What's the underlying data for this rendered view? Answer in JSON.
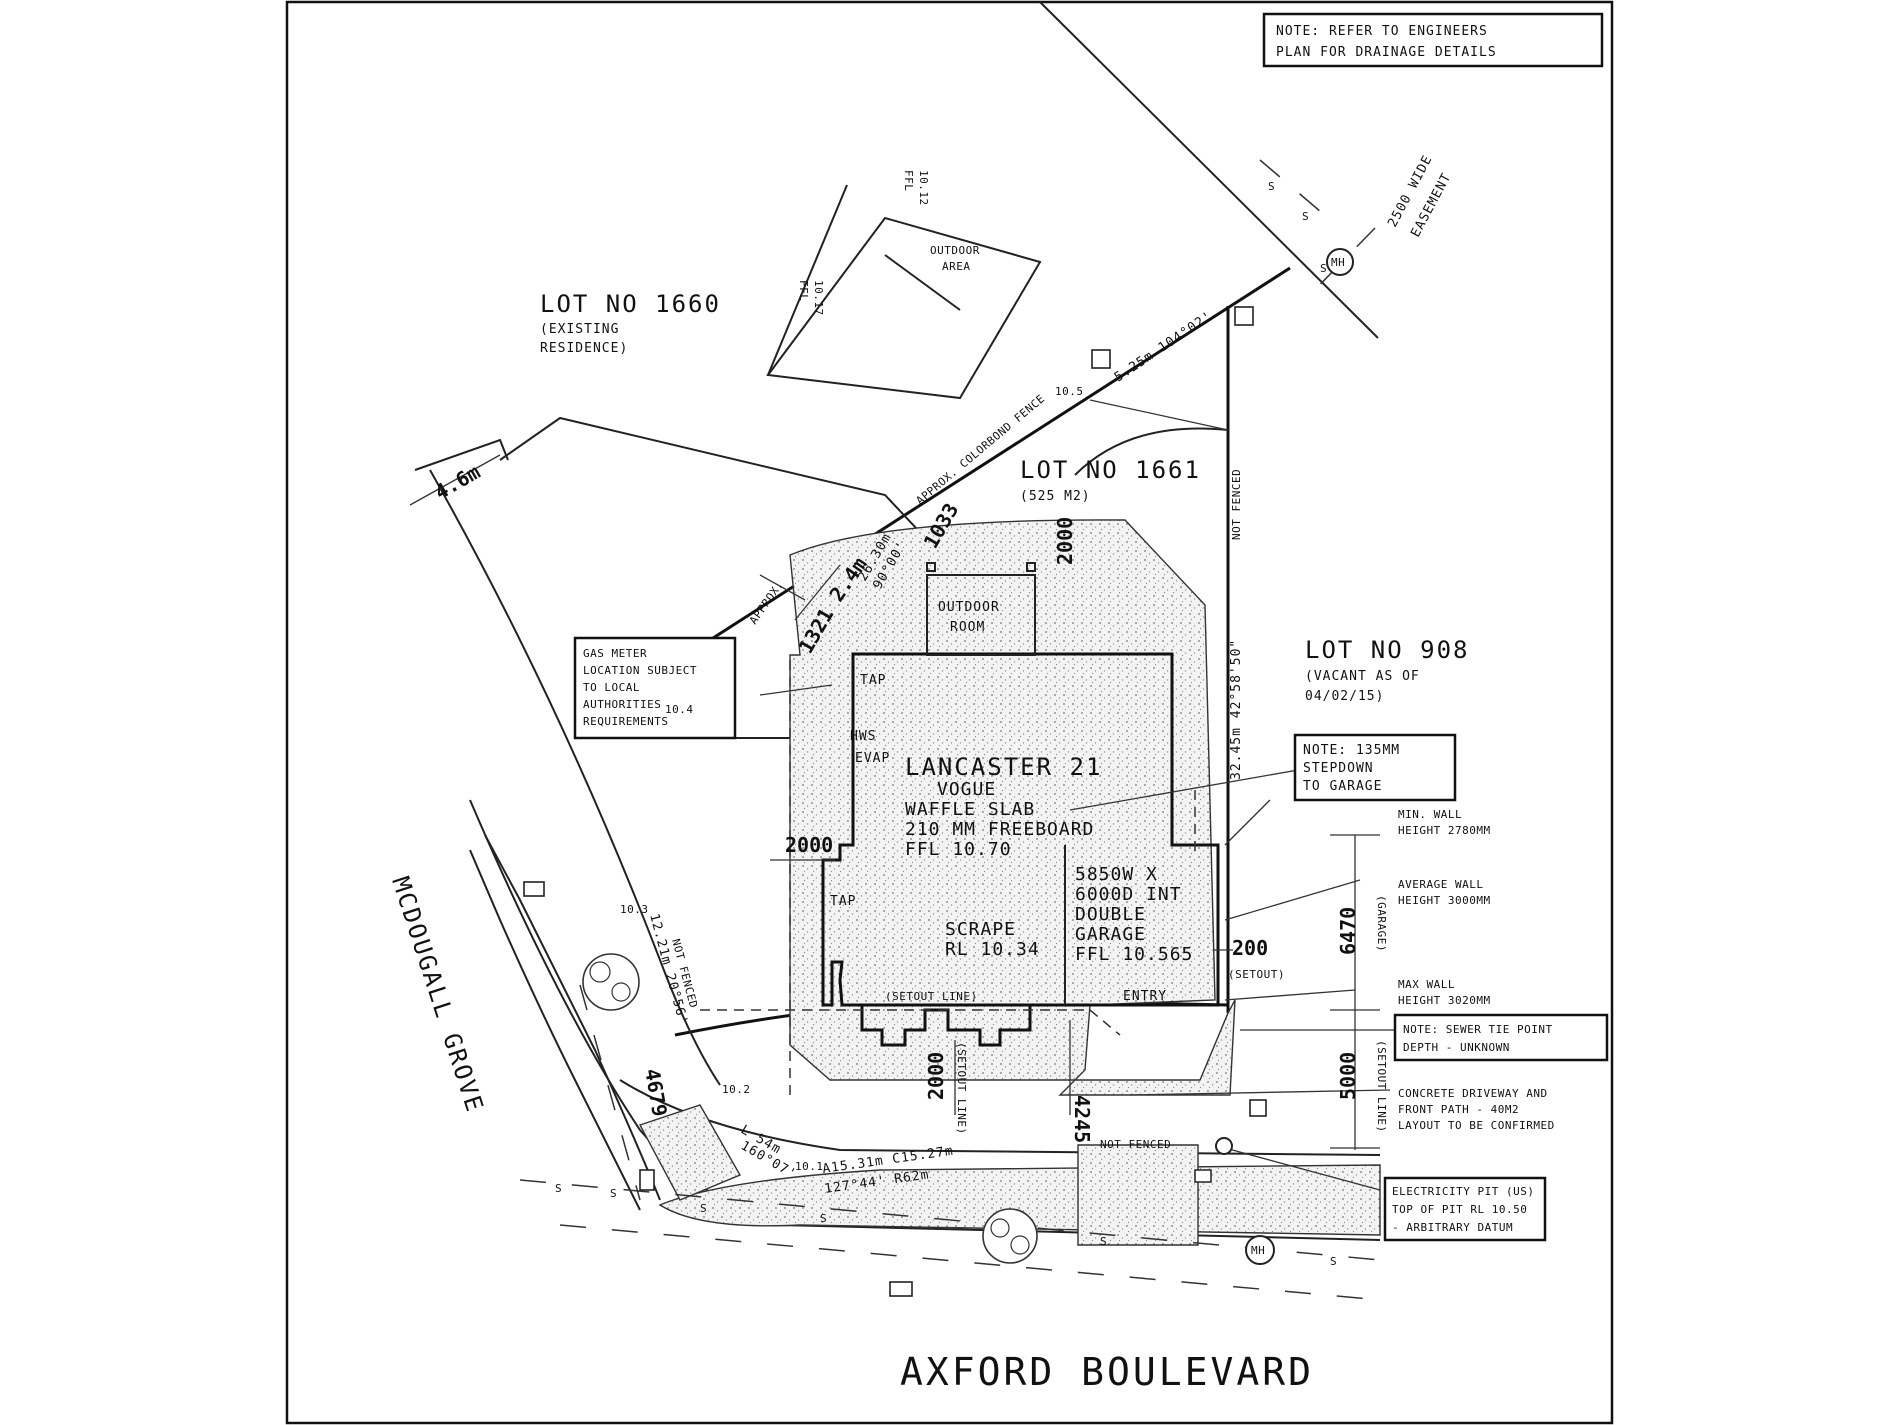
{
  "notes": {
    "drainage": [
      "NOTE: REFER TO ENGINEERS",
      "PLAN FOR DRAINAGE DETAILS"
    ],
    "gas_meter": [
      "GAS METER",
      "LOCATION SUBJECT",
      "TO LOCAL",
      "AUTHORITIES",
      "REQUIREMENTS"
    ],
    "stepdown": [
      "NOTE: 135MM",
      "STEPDOWN",
      "TO GARAGE"
    ],
    "sewer": [
      "NOTE: SEWER TIE POINT",
      "DEPTH - UNKNOWN"
    ],
    "electricity": [
      "ELECTRICITY PIT (US)",
      "TOP OF PIT  RL 10.50",
      "- ARBITRARY DATUM"
    ],
    "driveway": [
      "CONCRETE DRIVEWAY AND",
      "FRONT PATH - 40M2",
      "LAYOUT TO BE CONFIRMED"
    ],
    "wall_heights": {
      "min": [
        "MIN. WALL",
        "HEIGHT 2780MM"
      ],
      "avg": [
        "AVERAGE WALL",
        "HEIGHT 3000MM"
      ],
      "max": [
        "MAX WALL",
        "HEIGHT 3020MM"
      ]
    }
  },
  "lots": {
    "lot_1660": [
      "LOT NO 1660",
      "(EXISTING",
      "RESIDENCE)"
    ],
    "lot_1661": [
      "LOT NO 1661",
      "(525 M2)"
    ],
    "lot_908": [
      "LOT NO 908",
      "(VACANT AS OF",
      "04/02/15)"
    ]
  },
  "house": {
    "name": "LANCASTER 21",
    "details": [
      "VOGUE",
      "WAFFLE SLAB",
      "210 MM FREEBOARD",
      "FFL 10.70"
    ],
    "outdoor_room": [
      "OUTDOOR",
      "ROOM"
    ],
    "scrape": [
      "SCRAPE",
      "RL 10.34"
    ],
    "garage": [
      "5850W X",
      "6000D INT",
      "DOUBLE",
      "GARAGE",
      "FFL 10.565"
    ],
    "entry": "ENTRY",
    "setout_line": "(SETOUT LINE)",
    "tap_top": "TAP",
    "tap_left": "TAP",
    "hws": "HWS",
    "evap": "EVAP"
  },
  "neighbour": {
    "outdoor_area": [
      "OUTDOOR",
      "AREA"
    ],
    "ffl_1": [
      "FFL",
      "10.17"
    ],
    "ffl_2": [
      "FFL",
      "10.12"
    ]
  },
  "dimensions": {
    "d_4_6m": "4.6m",
    "d_2_4m": "2.4m",
    "d_1321": "1321",
    "d_1033": "1033",
    "d_2000_top": "2000",
    "d_2000_left": "2000",
    "d_2000_bottom": "2000",
    "d_200": "200",
    "d_4245": "4245",
    "d_4679": "4679",
    "d_6470": "6470",
    "d_5000": "5000",
    "setout": "(SETOUT)",
    "setout_line_short": "(SETOUT LINE)",
    "garage_lbl": "(GARAGE)",
    "setout_vert": "(SETOUT LINE)"
  },
  "boundary": {
    "north_bearing": "5.25m  104°02'",
    "nw_bearing": [
      "26.30m",
      "90°00'"
    ],
    "east_bearing": "32.45m  42°58'50\"",
    "west_bearing": "12.21m  20°56'",
    "west_not_fenced": "NOT FENCED",
    "east_not_fenced": "NOT FENCED",
    "south_not_fenced": "NOT FENCED",
    "arc": [
      "A15.31m  C15.27m",
      "127°44'  R62m"
    ],
    "corner": [
      "L 54m",
      "160°07'"
    ],
    "colorbond": "APPROX. COLORBOND FENCE",
    "approx": "APPROX.",
    "easement": [
      "2500 WIDE",
      "EASEMENT"
    ]
  },
  "levels": {
    "l_10_5": "10.5",
    "l_10_4": "10.4",
    "l_10_3": "10.3",
    "l_10_2": "10.2",
    "l_10_1": "10.1"
  },
  "services": {
    "mh_top": "MH",
    "mh_bottom": "MH",
    "sewer_mark": "S"
  },
  "streets": {
    "south": "AXFORD BOULEVARD",
    "west": "MCDOUGALL GROVE"
  }
}
